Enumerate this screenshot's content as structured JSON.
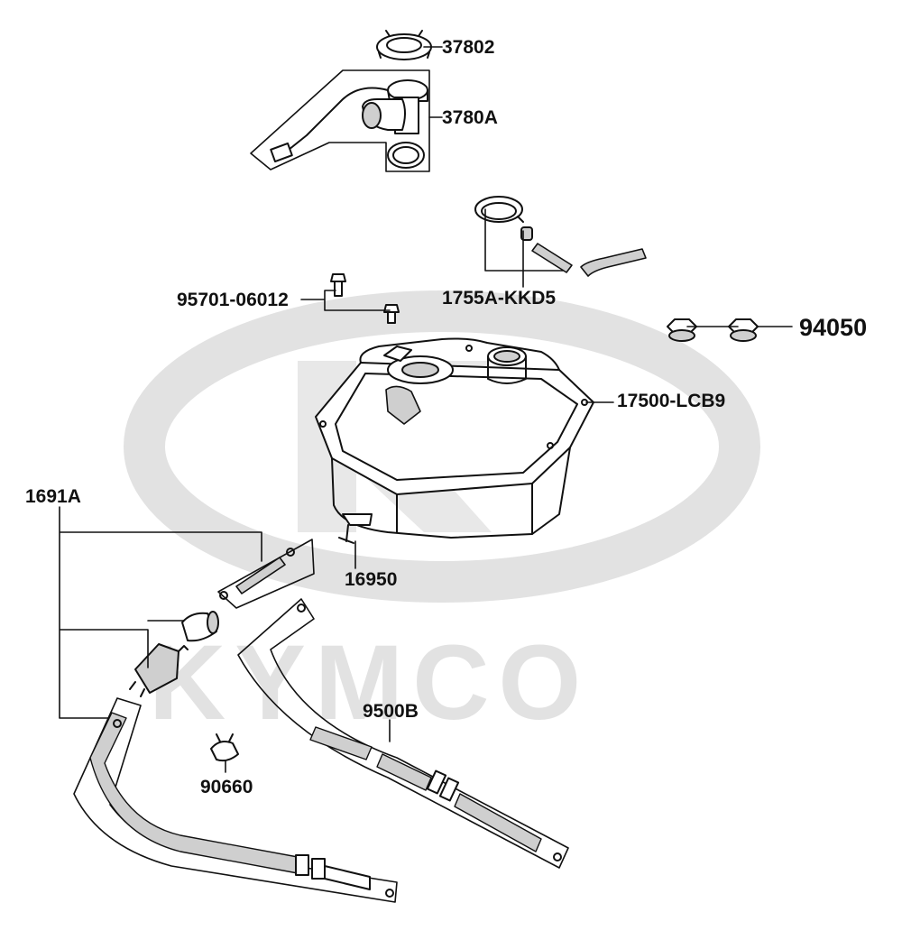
{
  "watermark": {
    "brand": "KYMCO",
    "color": "#e2e2e2"
  },
  "parts": [
    {
      "id": "p1",
      "number": "37802"
    },
    {
      "id": "p2",
      "number": "3780A"
    },
    {
      "id": "p3",
      "number": "1755A-KKD5"
    },
    {
      "id": "p4",
      "number": "95701-06012"
    },
    {
      "id": "p5",
      "number": "94050"
    },
    {
      "id": "p6",
      "number": "17500-LCB9"
    },
    {
      "id": "p7",
      "number": "1691A"
    },
    {
      "id": "p8",
      "number": "16950"
    },
    {
      "id": "p9",
      "number": "9500B"
    },
    {
      "id": "p10",
      "number": "90660"
    }
  ],
  "colors": {
    "line": "#111111",
    "part_fill": "#ffffff",
    "shade": "#cfcfcf",
    "hose": "#9a9a9a"
  }
}
